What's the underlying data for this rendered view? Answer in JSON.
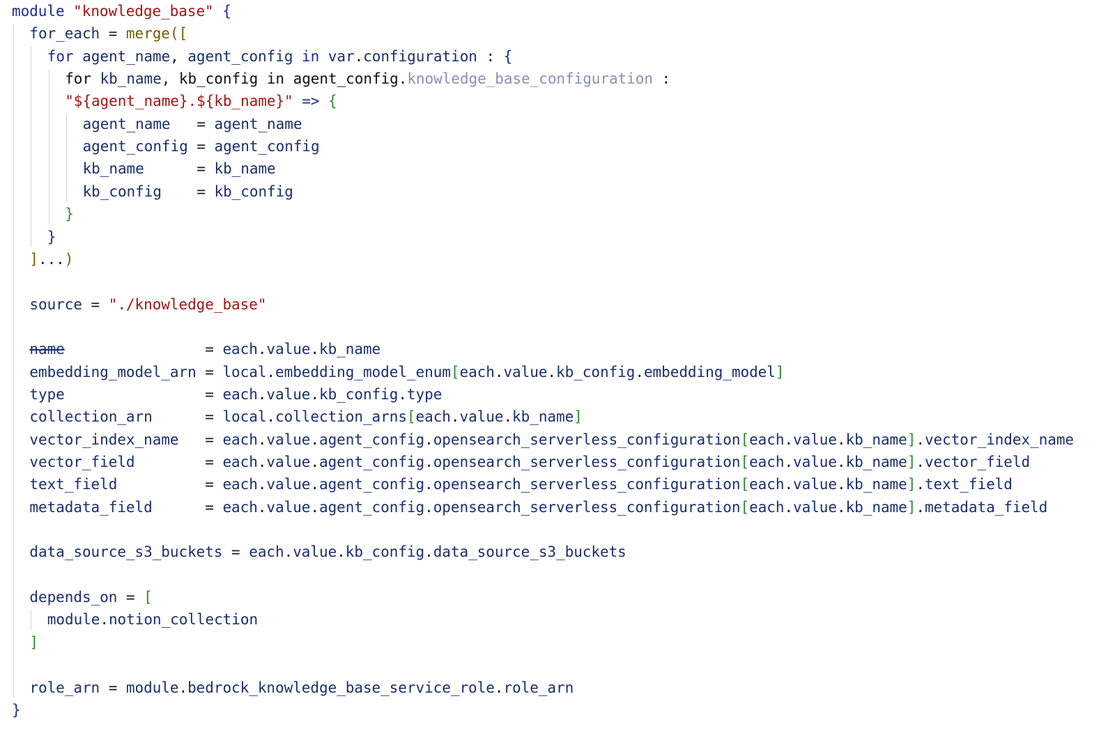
{
  "editor": {
    "language": "hcl",
    "colors": {
      "background": "#ffffff",
      "keyword": "#1f2a99",
      "identifier": "#1a2f6e",
      "string": "#a31515",
      "function": "#7a5a00",
      "bracket": "#2e8b2e",
      "unresolved": "#8b8fb8",
      "indent_guide": "#d6d6d6"
    },
    "lines": [
      {
        "indent": 0,
        "tokens": [
          {
            "t": "kw",
            "v": "module "
          },
          {
            "t": "str",
            "v": "\"knowledge_base\""
          },
          {
            "t": "op",
            "v": " "
          },
          {
            "t": "brace",
            "v": "{"
          }
        ]
      },
      {
        "indent": 1,
        "tokens": [
          {
            "t": "id",
            "v": "for_each"
          },
          {
            "t": "op",
            "v": " = "
          },
          {
            "t": "fn",
            "v": "merge"
          },
          {
            "t": "paren",
            "v": "(["
          }
        ]
      },
      {
        "indent": 2,
        "tokens": [
          {
            "t": "kw",
            "v": "for "
          },
          {
            "t": "id",
            "v": "agent_name"
          },
          {
            "t": "op",
            "v": ", "
          },
          {
            "t": "id",
            "v": "agent_config"
          },
          {
            "t": "kw",
            "v": " in "
          },
          {
            "t": "id",
            "v": "var"
          },
          {
            "t": "op",
            "v": "."
          },
          {
            "t": "id",
            "v": "configuration"
          },
          {
            "t": "op",
            "v": " : "
          },
          {
            "t": "brace",
            "v": "{"
          }
        ]
      },
      {
        "indent": 3,
        "tokens": [
          {
            "t": "plain",
            "v": "for "
          },
          {
            "t": "id",
            "v": "kb_name"
          },
          {
            "t": "op",
            "v": ", "
          },
          {
            "t": "plain",
            "v": "kb_config in agent_config."
          },
          {
            "t": "dim",
            "v": "knowledge_base_configuration"
          },
          {
            "t": "op",
            "v": " :"
          }
        ]
      },
      {
        "indent": 3,
        "tokens": [
          {
            "t": "str",
            "v": "\"${agent_name}.${kb_name}\""
          },
          {
            "t": "op",
            "v": " "
          },
          {
            "t": "kw",
            "v": "=>"
          },
          {
            "t": "op",
            "v": " "
          },
          {
            "t": "brk",
            "v": "{"
          }
        ]
      },
      {
        "indent": 4,
        "tokens": [
          {
            "t": "id",
            "v": "agent_name"
          },
          {
            "t": "op",
            "v": "   = "
          },
          {
            "t": "id",
            "v": "agent_name"
          }
        ]
      },
      {
        "indent": 4,
        "tokens": [
          {
            "t": "id",
            "v": "agent_config"
          },
          {
            "t": "op",
            "v": " = "
          },
          {
            "t": "id",
            "v": "agent_config"
          }
        ]
      },
      {
        "indent": 4,
        "tokens": [
          {
            "t": "id",
            "v": "kb_name"
          },
          {
            "t": "op",
            "v": "      = "
          },
          {
            "t": "id",
            "v": "kb_name"
          }
        ]
      },
      {
        "indent": 4,
        "tokens": [
          {
            "t": "id",
            "v": "kb_config"
          },
          {
            "t": "op",
            "v": "    = "
          },
          {
            "t": "id",
            "v": "kb_config"
          }
        ]
      },
      {
        "indent": 3,
        "tokens": [
          {
            "t": "brk",
            "v": "}"
          }
        ]
      },
      {
        "indent": 2,
        "tokens": [
          {
            "t": "brace",
            "v": "}"
          }
        ]
      },
      {
        "indent": 1,
        "tokens": [
          {
            "t": "paren",
            "v": "]"
          },
          {
            "t": "op",
            "v": "..."
          },
          {
            "t": "paren",
            "v": ")"
          }
        ]
      },
      {
        "indent": 0,
        "tokens": []
      },
      {
        "indent": 1,
        "tokens": [
          {
            "t": "id",
            "v": "source"
          },
          {
            "t": "op",
            "v": " = "
          },
          {
            "t": "str",
            "v": "\"./knowledge_base\""
          }
        ]
      },
      {
        "indent": 0,
        "tokens": []
      },
      {
        "indent": 1,
        "tokens": [
          {
            "t": "strike",
            "v": "name"
          },
          {
            "t": "op",
            "v": "                = "
          },
          {
            "t": "id",
            "v": "each"
          },
          {
            "t": "op",
            "v": "."
          },
          {
            "t": "id",
            "v": "value"
          },
          {
            "t": "op",
            "v": "."
          },
          {
            "t": "id",
            "v": "kb_name"
          }
        ]
      },
      {
        "indent": 1,
        "tokens": [
          {
            "t": "id",
            "v": "embedding_model_arn"
          },
          {
            "t": "op",
            "v": " = "
          },
          {
            "t": "id",
            "v": "local"
          },
          {
            "t": "op",
            "v": "."
          },
          {
            "t": "id",
            "v": "embedding_model_enum"
          },
          {
            "t": "brk",
            "v": "["
          },
          {
            "t": "id",
            "v": "each"
          },
          {
            "t": "op",
            "v": "."
          },
          {
            "t": "id",
            "v": "value"
          },
          {
            "t": "op",
            "v": "."
          },
          {
            "t": "id",
            "v": "kb_config"
          },
          {
            "t": "op",
            "v": "."
          },
          {
            "t": "id",
            "v": "embedding_model"
          },
          {
            "t": "brk",
            "v": "]"
          }
        ]
      },
      {
        "indent": 1,
        "tokens": [
          {
            "t": "id",
            "v": "type"
          },
          {
            "t": "op",
            "v": "                = "
          },
          {
            "t": "id",
            "v": "each"
          },
          {
            "t": "op",
            "v": "."
          },
          {
            "t": "id",
            "v": "value"
          },
          {
            "t": "op",
            "v": "."
          },
          {
            "t": "id",
            "v": "kb_config"
          },
          {
            "t": "op",
            "v": "."
          },
          {
            "t": "id",
            "v": "type"
          }
        ]
      },
      {
        "indent": 1,
        "tokens": [
          {
            "t": "id",
            "v": "collection_arn"
          },
          {
            "t": "op",
            "v": "      = "
          },
          {
            "t": "id",
            "v": "local"
          },
          {
            "t": "op",
            "v": "."
          },
          {
            "t": "id",
            "v": "collection_arns"
          },
          {
            "t": "brk",
            "v": "["
          },
          {
            "t": "id",
            "v": "each"
          },
          {
            "t": "op",
            "v": "."
          },
          {
            "t": "id",
            "v": "value"
          },
          {
            "t": "op",
            "v": "."
          },
          {
            "t": "id",
            "v": "kb_name"
          },
          {
            "t": "brk",
            "v": "]"
          }
        ]
      },
      {
        "indent": 1,
        "tokens": [
          {
            "t": "id",
            "v": "vector_index_name"
          },
          {
            "t": "op",
            "v": "   = "
          },
          {
            "t": "id",
            "v": "each"
          },
          {
            "t": "op",
            "v": "."
          },
          {
            "t": "id",
            "v": "value"
          },
          {
            "t": "op",
            "v": "."
          },
          {
            "t": "id",
            "v": "agent_config"
          },
          {
            "t": "op",
            "v": "."
          },
          {
            "t": "id",
            "v": "opensearch_serverless_configuration"
          },
          {
            "t": "brk",
            "v": "["
          },
          {
            "t": "id",
            "v": "each"
          },
          {
            "t": "op",
            "v": "."
          },
          {
            "t": "id",
            "v": "value"
          },
          {
            "t": "op",
            "v": "."
          },
          {
            "t": "id",
            "v": "kb_name"
          },
          {
            "t": "brk",
            "v": "]"
          },
          {
            "t": "op",
            "v": "."
          },
          {
            "t": "id",
            "v": "vector_index_name"
          }
        ]
      },
      {
        "indent": 1,
        "tokens": [
          {
            "t": "id",
            "v": "vector_field"
          },
          {
            "t": "op",
            "v": "        = "
          },
          {
            "t": "id",
            "v": "each"
          },
          {
            "t": "op",
            "v": "."
          },
          {
            "t": "id",
            "v": "value"
          },
          {
            "t": "op",
            "v": "."
          },
          {
            "t": "id",
            "v": "agent_config"
          },
          {
            "t": "op",
            "v": "."
          },
          {
            "t": "id",
            "v": "opensearch_serverless_configuration"
          },
          {
            "t": "brk",
            "v": "["
          },
          {
            "t": "id",
            "v": "each"
          },
          {
            "t": "op",
            "v": "."
          },
          {
            "t": "id",
            "v": "value"
          },
          {
            "t": "op",
            "v": "."
          },
          {
            "t": "id",
            "v": "kb_name"
          },
          {
            "t": "brk",
            "v": "]"
          },
          {
            "t": "op",
            "v": "."
          },
          {
            "t": "id",
            "v": "vector_field"
          }
        ]
      },
      {
        "indent": 1,
        "tokens": [
          {
            "t": "id",
            "v": "text_field"
          },
          {
            "t": "op",
            "v": "          = "
          },
          {
            "t": "id",
            "v": "each"
          },
          {
            "t": "op",
            "v": "."
          },
          {
            "t": "id",
            "v": "value"
          },
          {
            "t": "op",
            "v": "."
          },
          {
            "t": "id",
            "v": "agent_config"
          },
          {
            "t": "op",
            "v": "."
          },
          {
            "t": "id",
            "v": "opensearch_serverless_configuration"
          },
          {
            "t": "brk",
            "v": "["
          },
          {
            "t": "id",
            "v": "each"
          },
          {
            "t": "op",
            "v": "."
          },
          {
            "t": "id",
            "v": "value"
          },
          {
            "t": "op",
            "v": "."
          },
          {
            "t": "id",
            "v": "kb_name"
          },
          {
            "t": "brk",
            "v": "]"
          },
          {
            "t": "op",
            "v": "."
          },
          {
            "t": "id",
            "v": "text_field"
          }
        ]
      },
      {
        "indent": 1,
        "tokens": [
          {
            "t": "id",
            "v": "metadata_field"
          },
          {
            "t": "op",
            "v": "      = "
          },
          {
            "t": "id",
            "v": "each"
          },
          {
            "t": "op",
            "v": "."
          },
          {
            "t": "id",
            "v": "value"
          },
          {
            "t": "op",
            "v": "."
          },
          {
            "t": "id",
            "v": "agent_config"
          },
          {
            "t": "op",
            "v": "."
          },
          {
            "t": "id",
            "v": "opensearch_serverless_configuration"
          },
          {
            "t": "brk",
            "v": "["
          },
          {
            "t": "id",
            "v": "each"
          },
          {
            "t": "op",
            "v": "."
          },
          {
            "t": "id",
            "v": "value"
          },
          {
            "t": "op",
            "v": "."
          },
          {
            "t": "id",
            "v": "kb_name"
          },
          {
            "t": "brk",
            "v": "]"
          },
          {
            "t": "op",
            "v": "."
          },
          {
            "t": "id",
            "v": "metadata_field"
          }
        ]
      },
      {
        "indent": 0,
        "tokens": []
      },
      {
        "indent": 1,
        "tokens": [
          {
            "t": "id",
            "v": "data_source_s3_buckets"
          },
          {
            "t": "op",
            "v": " = "
          },
          {
            "t": "id",
            "v": "each"
          },
          {
            "t": "op",
            "v": "."
          },
          {
            "t": "id",
            "v": "value"
          },
          {
            "t": "op",
            "v": "."
          },
          {
            "t": "id",
            "v": "kb_config"
          },
          {
            "t": "op",
            "v": "."
          },
          {
            "t": "id",
            "v": "data_source_s3_buckets"
          }
        ]
      },
      {
        "indent": 0,
        "tokens": []
      },
      {
        "indent": 1,
        "tokens": [
          {
            "t": "id",
            "v": "depends_on"
          },
          {
            "t": "op",
            "v": " = "
          },
          {
            "t": "brk",
            "v": "["
          }
        ]
      },
      {
        "indent": 2,
        "tokens": [
          {
            "t": "id",
            "v": "module"
          },
          {
            "t": "op",
            "v": "."
          },
          {
            "t": "id",
            "v": "notion_collection"
          }
        ]
      },
      {
        "indent": 1,
        "tokens": [
          {
            "t": "brk",
            "v": "]"
          }
        ]
      },
      {
        "indent": 0,
        "tokens": []
      },
      {
        "indent": 1,
        "tokens": [
          {
            "t": "id",
            "v": "role_arn"
          },
          {
            "t": "op",
            "v": " = "
          },
          {
            "t": "id",
            "v": "module"
          },
          {
            "t": "op",
            "v": "."
          },
          {
            "t": "id",
            "v": "bedrock_knowledge_base_service_role"
          },
          {
            "t": "op",
            "v": "."
          },
          {
            "t": "id",
            "v": "role_arn"
          }
        ]
      },
      {
        "indent": 0,
        "tokens": [
          {
            "t": "brace",
            "v": "}"
          }
        ]
      }
    ]
  }
}
